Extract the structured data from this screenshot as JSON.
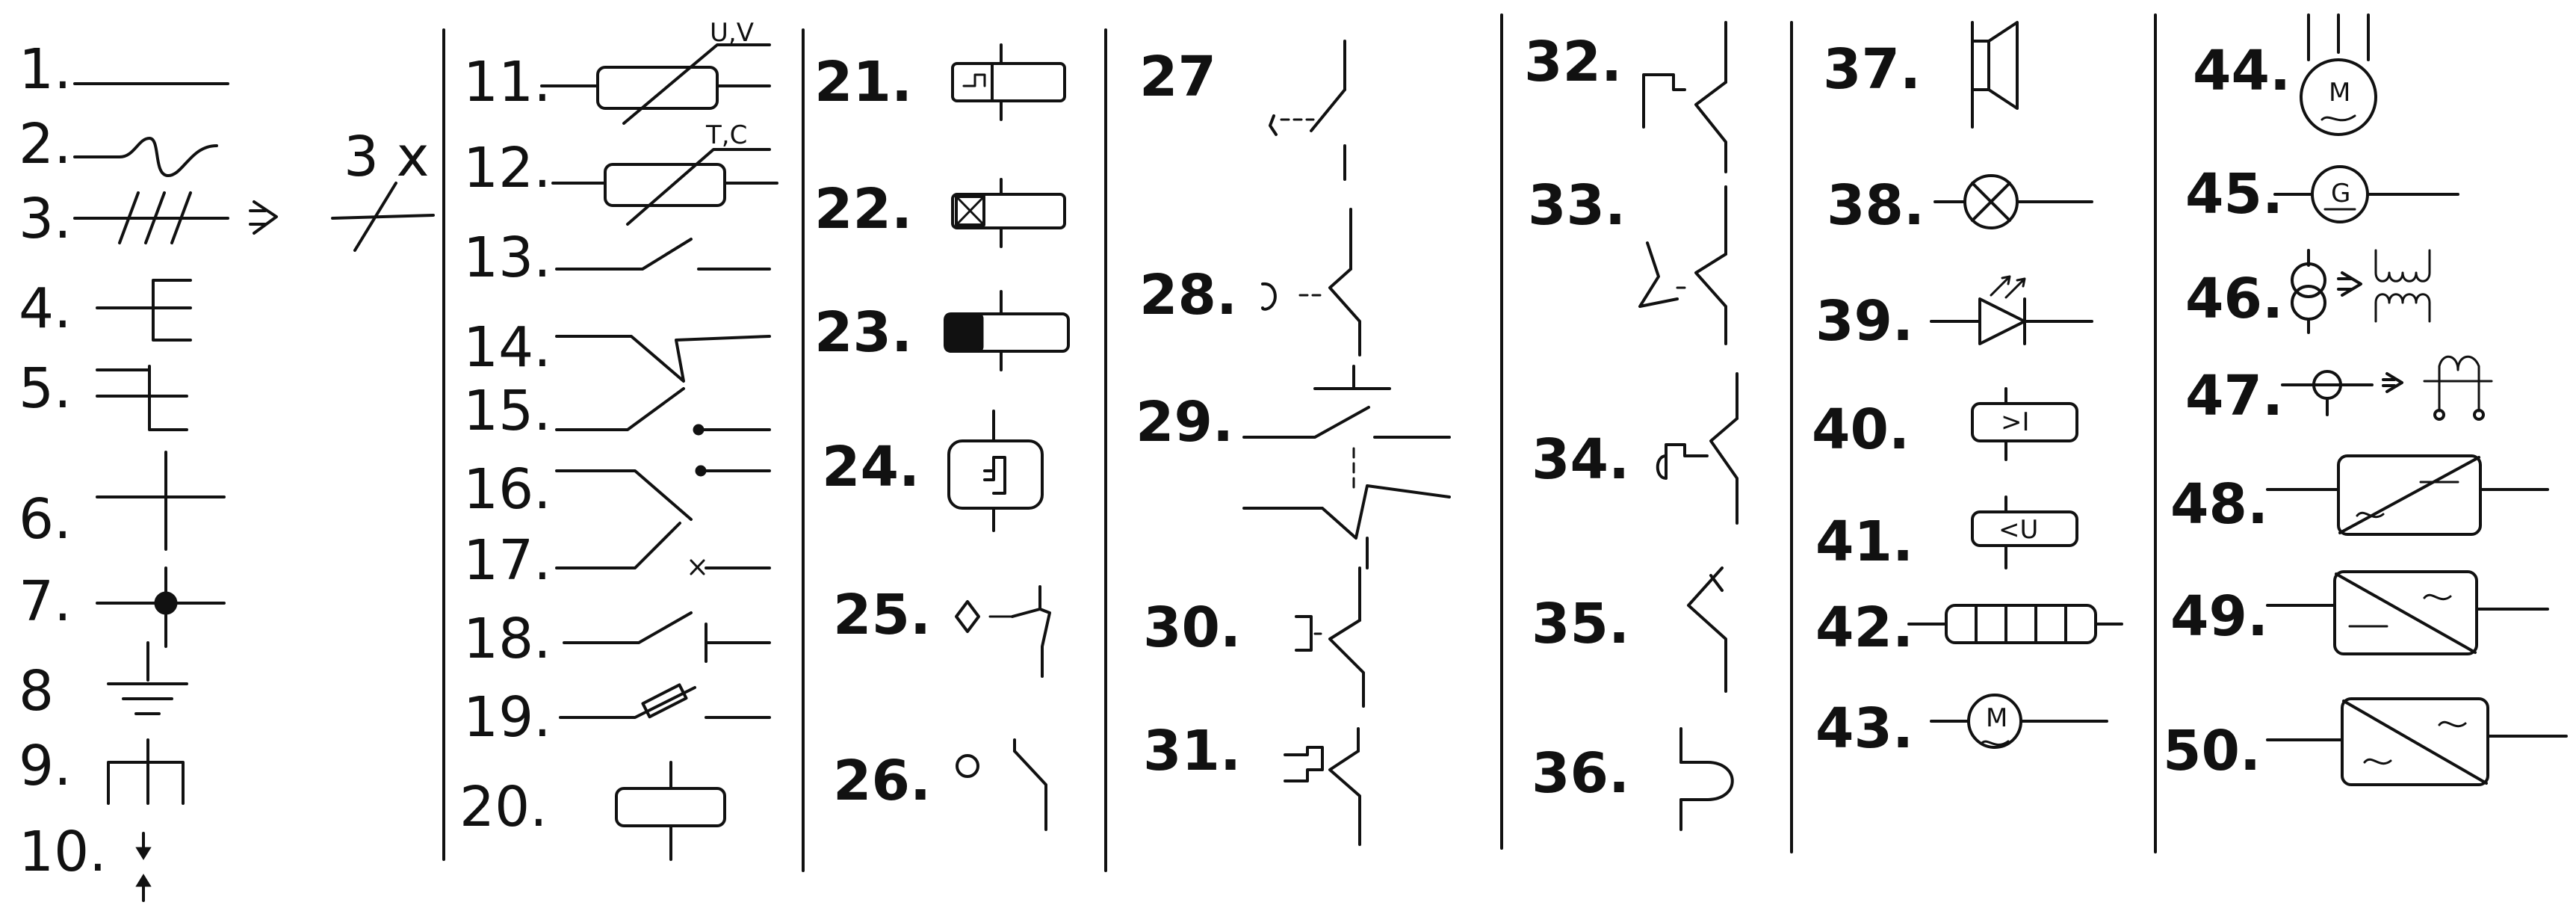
{
  "sheet": {
    "labels": [
      "1.",
      "2.",
      "3.",
      "4.",
      "5.",
      "6.",
      "7.",
      "8",
      "9.",
      "10.",
      "11.",
      "12.",
      "13.",
      "14.",
      "15.",
      "16.",
      "17.",
      "18.",
      "19.",
      "20.",
      "21.",
      "22.",
      "23.",
      "24.",
      "25.",
      "26.",
      "27",
      "28.",
      "29.",
      "30.",
      "31.",
      "32.",
      "33.",
      "34.",
      "35.",
      "36.",
      "37.",
      "38.",
      "39.",
      "40.",
      "41.",
      "42.",
      "43.",
      "44.",
      "45.",
      "46.",
      "47.",
      "48.",
      "49.",
      "50."
    ],
    "note_3x": "3 x",
    "tags": {
      "uv": "U,V",
      "tc": "T,C",
      "gt": ">I",
      "lt": "<U",
      "motor": "M",
      "gen": "G"
    }
  },
  "colors": {
    "ink": "#111111",
    "paper": "#ffffff"
  }
}
